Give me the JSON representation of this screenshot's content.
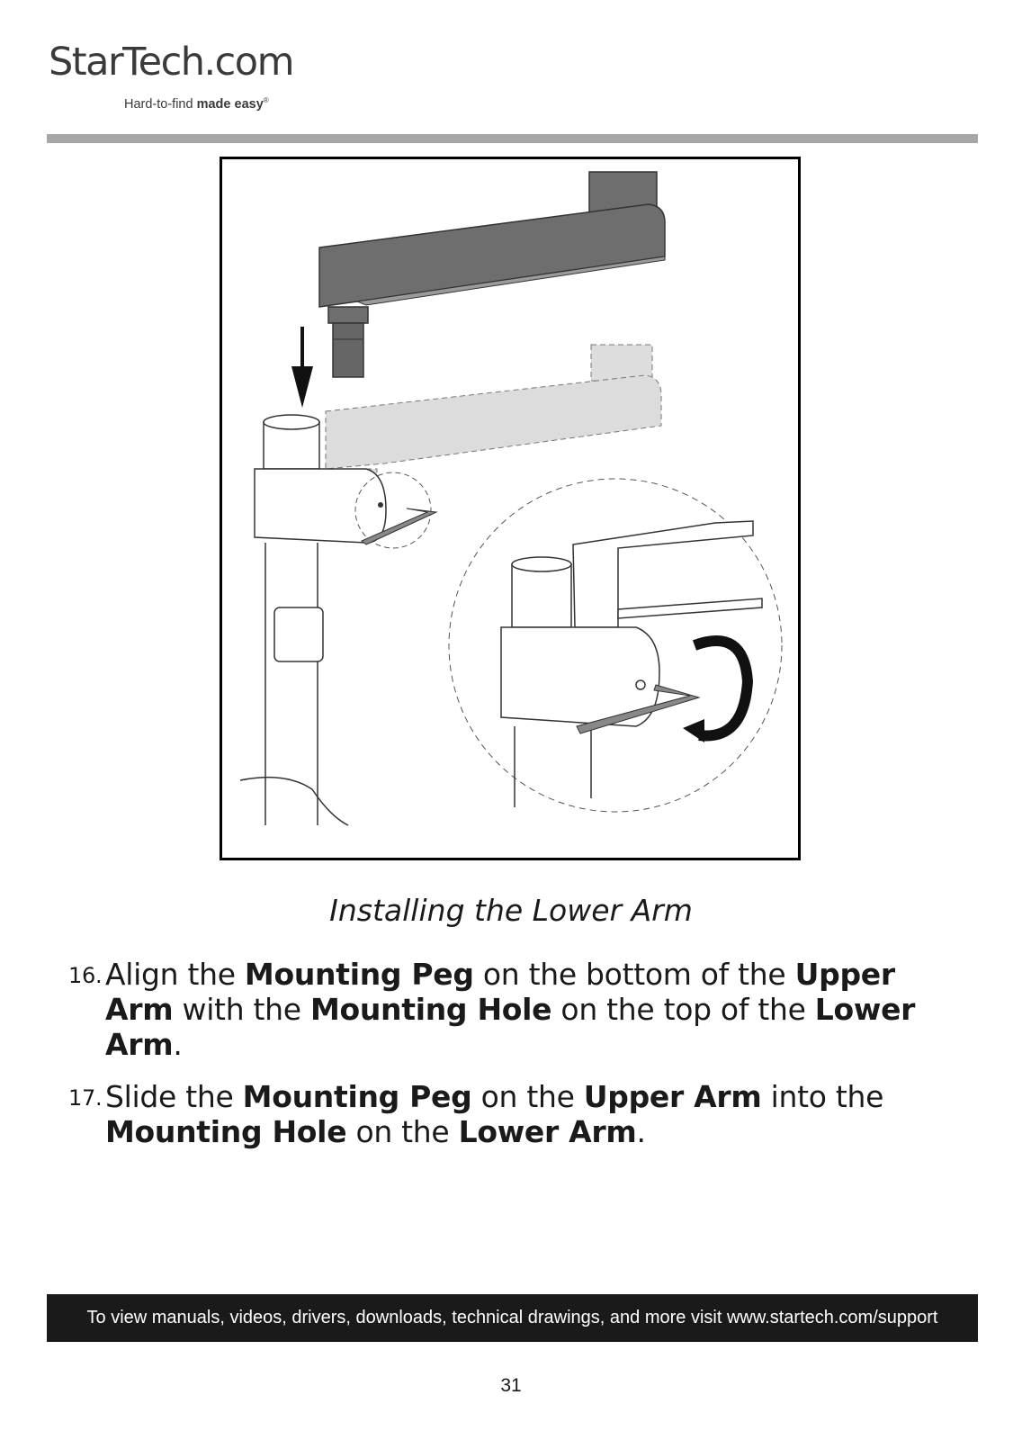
{
  "brand": {
    "name": "StarTech.com",
    "tagline_light": "Hard-to-find ",
    "tagline_bold": "made easy",
    "tagline_mark": "®"
  },
  "figure": {
    "caption": "Installing the Lower Arm"
  },
  "steps": [
    {
      "number": "16.",
      "parts": [
        {
          "text": "Align the ",
          "bold": false
        },
        {
          "text": "Mounting Peg",
          "bold": true
        },
        {
          "text": " on the bottom of the ",
          "bold": false
        },
        {
          "text": "Upper Arm",
          "bold": true
        },
        {
          "text": " with the ",
          "bold": false
        },
        {
          "text": "Mounting Hole",
          "bold": true
        },
        {
          "text": " on the top of the ",
          "bold": false
        },
        {
          "text": "Lower Arm",
          "bold": true
        },
        {
          "text": ".",
          "bold": false
        }
      ]
    },
    {
      "number": "17.",
      "parts": [
        {
          "text": "Slide the ",
          "bold": false
        },
        {
          "text": "Mounting Peg",
          "bold": true
        },
        {
          "text": " on the ",
          "bold": false
        },
        {
          "text": "Upper Arm",
          "bold": true
        },
        {
          "text": " into the ",
          "bold": false
        },
        {
          "text": "Mounting Hole",
          "bold": true
        },
        {
          "text": " on the ",
          "bold": false
        },
        {
          "text": "Lower Arm",
          "bold": true
        },
        {
          "text": ".",
          "bold": false
        }
      ]
    }
  ],
  "footer": {
    "support_text": "To view manuals, videos, drivers, downloads, technical drawings, and more visit www.startech.com/support",
    "page_number": "31"
  }
}
